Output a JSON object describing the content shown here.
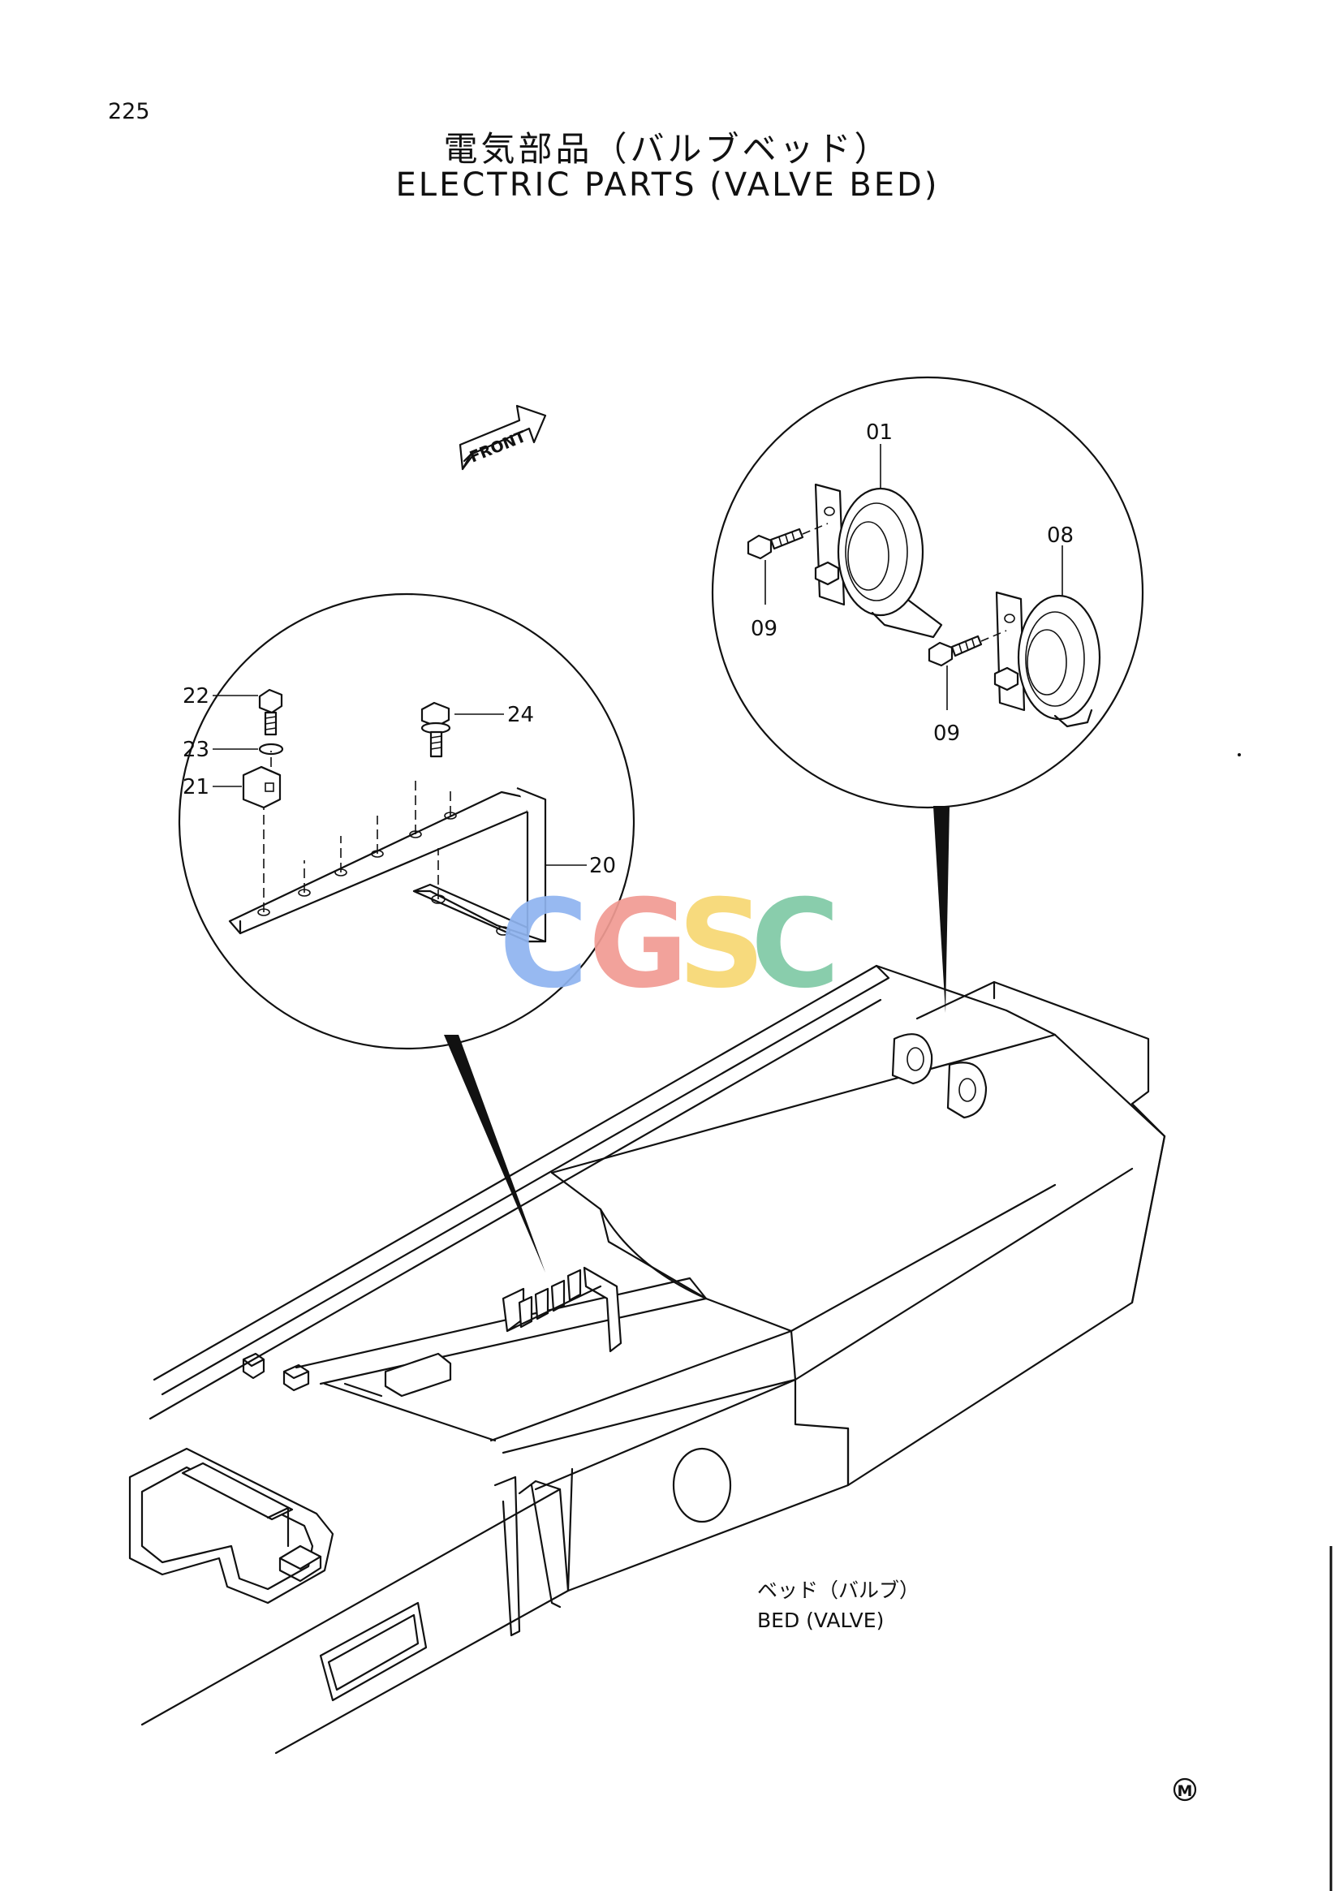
{
  "page": {
    "number": "225"
  },
  "title": {
    "japanese": "電気部品（バルブベッド）",
    "english": "ELECTRIC PARTS (VALVE BED)"
  },
  "orientation": {
    "front_label": "FRONT"
  },
  "callouts": {
    "left_detail": [
      "22",
      "23",
      "21",
      "24",
      "20"
    ],
    "right_detail": [
      "01",
      "08",
      "09",
      "09"
    ]
  },
  "caption": {
    "japanese": "ベッド（バルブ）",
    "english": "BED (VALVE)"
  },
  "watermark": {
    "letters": [
      "C",
      "G",
      "S",
      "C"
    ],
    "colors": [
      "#8fb4f0",
      "#f19b93",
      "#f7d773",
      "#7fc9a5"
    ]
  },
  "mark": "M"
}
